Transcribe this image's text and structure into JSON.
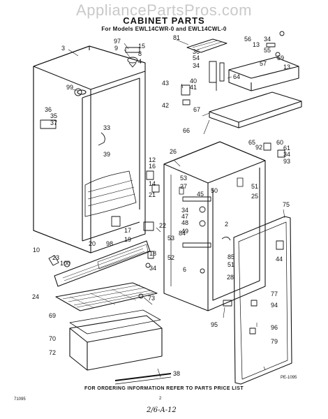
{
  "watermark": "AppliancePartsPros.com",
  "title": "CABINET PARTS",
  "subtitle": "For Models EWL14CWR-0 and EWL14CWL-0",
  "footer": "FOR ORDERING INFORMATION REFER TO PARTS PRICE LIST",
  "doc_code": "71095",
  "page_number": "2",
  "handwritten_note": "2/6-A-12",
  "ref_code": "PE-1095",
  "callouts": [
    {
      "id": "c3",
      "label": "3"
    },
    {
      "id": "c97",
      "label": "97"
    },
    {
      "id": "c9",
      "label": "9"
    },
    {
      "id": "c81",
      "label": "81"
    },
    {
      "id": "c15",
      "label": "15"
    },
    {
      "id": "c8",
      "label": "8"
    },
    {
      "id": "c4",
      "label": "4"
    },
    {
      "id": "c36a",
      "label": "36"
    },
    {
      "id": "c54",
      "label": "54"
    },
    {
      "id": "c34a",
      "label": "34"
    },
    {
      "id": "c56",
      "label": "56"
    },
    {
      "id": "c13a",
      "label": "13"
    },
    {
      "id": "c34b",
      "label": "34"
    },
    {
      "id": "c55",
      "label": "55"
    },
    {
      "id": "c57",
      "label": "57"
    },
    {
      "id": "c59",
      "label": "59"
    },
    {
      "id": "c13b",
      "label": "13"
    },
    {
      "id": "c99",
      "label": "99"
    },
    {
      "id": "c43",
      "label": "43"
    },
    {
      "id": "c40",
      "label": "40"
    },
    {
      "id": "c41",
      "label": "41"
    },
    {
      "id": "c64",
      "label": "64"
    },
    {
      "id": "c42",
      "label": "42"
    },
    {
      "id": "c67",
      "label": "67"
    },
    {
      "id": "c36b",
      "label": "36"
    },
    {
      "id": "c35",
      "label": "35"
    },
    {
      "id": "c37",
      "label": "37"
    },
    {
      "id": "c33",
      "label": "33"
    },
    {
      "id": "c39",
      "label": "39"
    },
    {
      "id": "c66",
      "label": "66"
    },
    {
      "id": "c65",
      "label": "65"
    },
    {
      "id": "c92",
      "label": "92"
    },
    {
      "id": "c60",
      "label": "60"
    },
    {
      "id": "c61",
      "label": "61"
    },
    {
      "id": "c34c",
      "label": "34"
    },
    {
      "id": "c93",
      "label": "93"
    },
    {
      "id": "c26",
      "label": "26"
    },
    {
      "id": "c12",
      "label": "12"
    },
    {
      "id": "c16",
      "label": "16"
    },
    {
      "id": "c53a",
      "label": "53"
    },
    {
      "id": "c27",
      "label": "27"
    },
    {
      "id": "c14",
      "label": "14"
    },
    {
      "id": "c50",
      "label": "50"
    },
    {
      "id": "c45",
      "label": "45"
    },
    {
      "id": "c51a",
      "label": "51"
    },
    {
      "id": "c25",
      "label": "25"
    },
    {
      "id": "c75",
      "label": "75"
    },
    {
      "id": "c21",
      "label": "21"
    },
    {
      "id": "c34d",
      "label": "34"
    },
    {
      "id": "c47",
      "label": "47"
    },
    {
      "id": "c22",
      "label": "22"
    },
    {
      "id": "c48",
      "label": "48"
    },
    {
      "id": "c49",
      "label": "49"
    },
    {
      "id": "c2",
      "label": "2"
    },
    {
      "id": "c17",
      "label": "17"
    },
    {
      "id": "c84",
      "label": "84"
    },
    {
      "id": "c19",
      "label": "19"
    },
    {
      "id": "c53b",
      "label": "53"
    },
    {
      "id": "c20",
      "label": "20"
    },
    {
      "id": "c98",
      "label": "98"
    },
    {
      "id": "c10",
      "label": "10"
    },
    {
      "id": "c85",
      "label": "85"
    },
    {
      "id": "c44",
      "label": "44"
    },
    {
      "id": "c23",
      "label": "23"
    },
    {
      "id": "c100",
      "label": "100"
    },
    {
      "id": "c18",
      "label": "18"
    },
    {
      "id": "c52",
      "label": "52"
    },
    {
      "id": "c51b",
      "label": "51"
    },
    {
      "id": "c34e",
      "label": "34"
    },
    {
      "id": "c6",
      "label": "6"
    },
    {
      "id": "c28",
      "label": "28"
    },
    {
      "id": "c24",
      "label": "24"
    },
    {
      "id": "c77",
      "label": "77"
    },
    {
      "id": "c94",
      "label": "94"
    },
    {
      "id": "c73",
      "label": "73"
    },
    {
      "id": "c69",
      "label": "69"
    },
    {
      "id": "c95",
      "label": "95"
    },
    {
      "id": "c96",
      "label": "96"
    },
    {
      "id": "c70",
      "label": "70"
    },
    {
      "id": "c72",
      "label": "72"
    },
    {
      "id": "c79",
      "label": "79"
    },
    {
      "id": "c38",
      "label": "38"
    }
  ]
}
